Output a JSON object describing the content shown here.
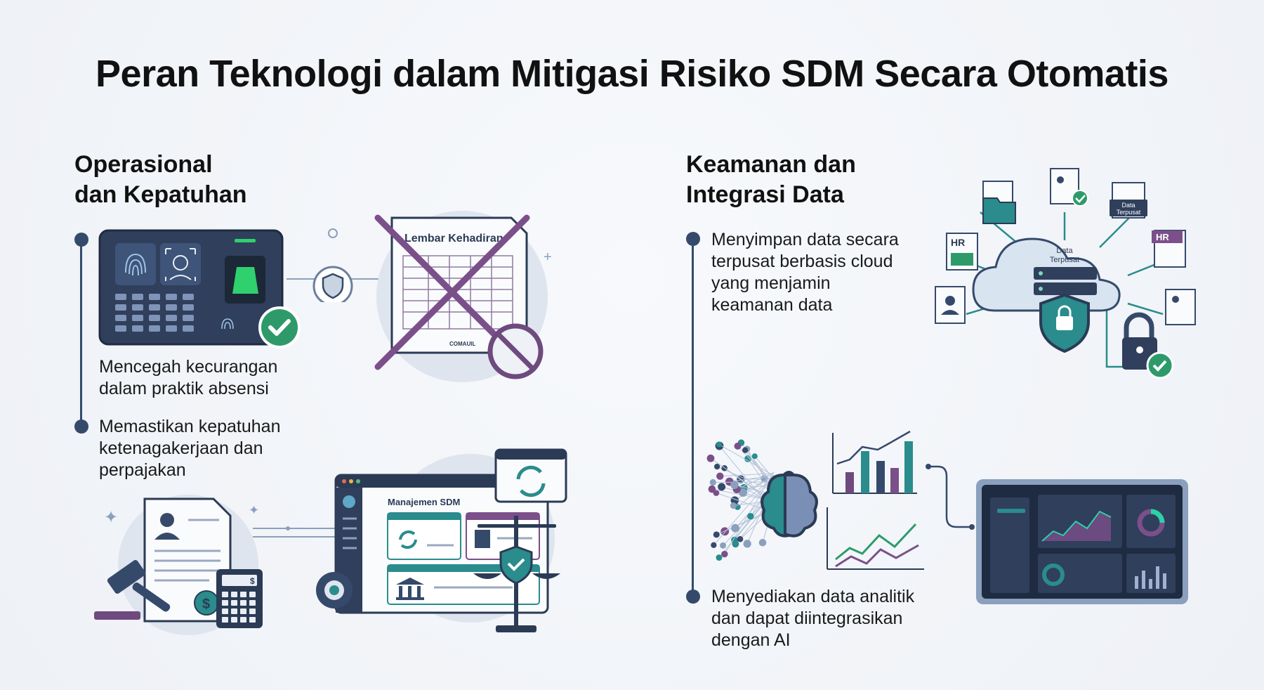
{
  "title": "Peran Teknologi dalam Mitigasi Risiko SDM Secara Otomatis",
  "left_section": {
    "heading_line1": "Operasional",
    "heading_line2": "dan Kepatuhan",
    "items": [
      {
        "line1": "Mencegah kecurangan",
        "line2": "dalam praktik absensi",
        "line3": ""
      },
      {
        "line1": "Memastikan kepatuhan",
        "line2": "ketenagakerjaan dan",
        "line3": "perpajakan"
      }
    ]
  },
  "right_section": {
    "heading_line1": "Keamanan dan",
    "heading_line2": "Integrasi Data",
    "items": [
      {
        "line1": "Menyimpan data secara",
        "line2": "terpusat berbasis cloud",
        "line3": "yang menjamin",
        "line4": "keamanan data"
      },
      {
        "line1": "Menyediakan data analitik",
        "line2": "dan dapat diintegrasikan",
        "line3": "dengan AI"
      }
    ]
  },
  "illustrations": {
    "attendance_sheet_label": "Lembar Kehadiran",
    "attendance_sheet_footer": "COMAUIL",
    "hr_app_header": "Manajemen SDM",
    "cloud_label_line1": "Data",
    "cloud_label_line2": "Terpusat",
    "doc_label_line1": "Data",
    "doc_label_line2": "Terpusat",
    "hr_badge": "HR",
    "calculator_symbol": "$",
    "coin_symbol": "$"
  },
  "colors": {
    "navy": "#354a6b",
    "dark_navy": "#2b3b55",
    "green": "#2e9a6a",
    "purple": "#7b4f8a",
    "teal": "#2a8c8c"
  }
}
